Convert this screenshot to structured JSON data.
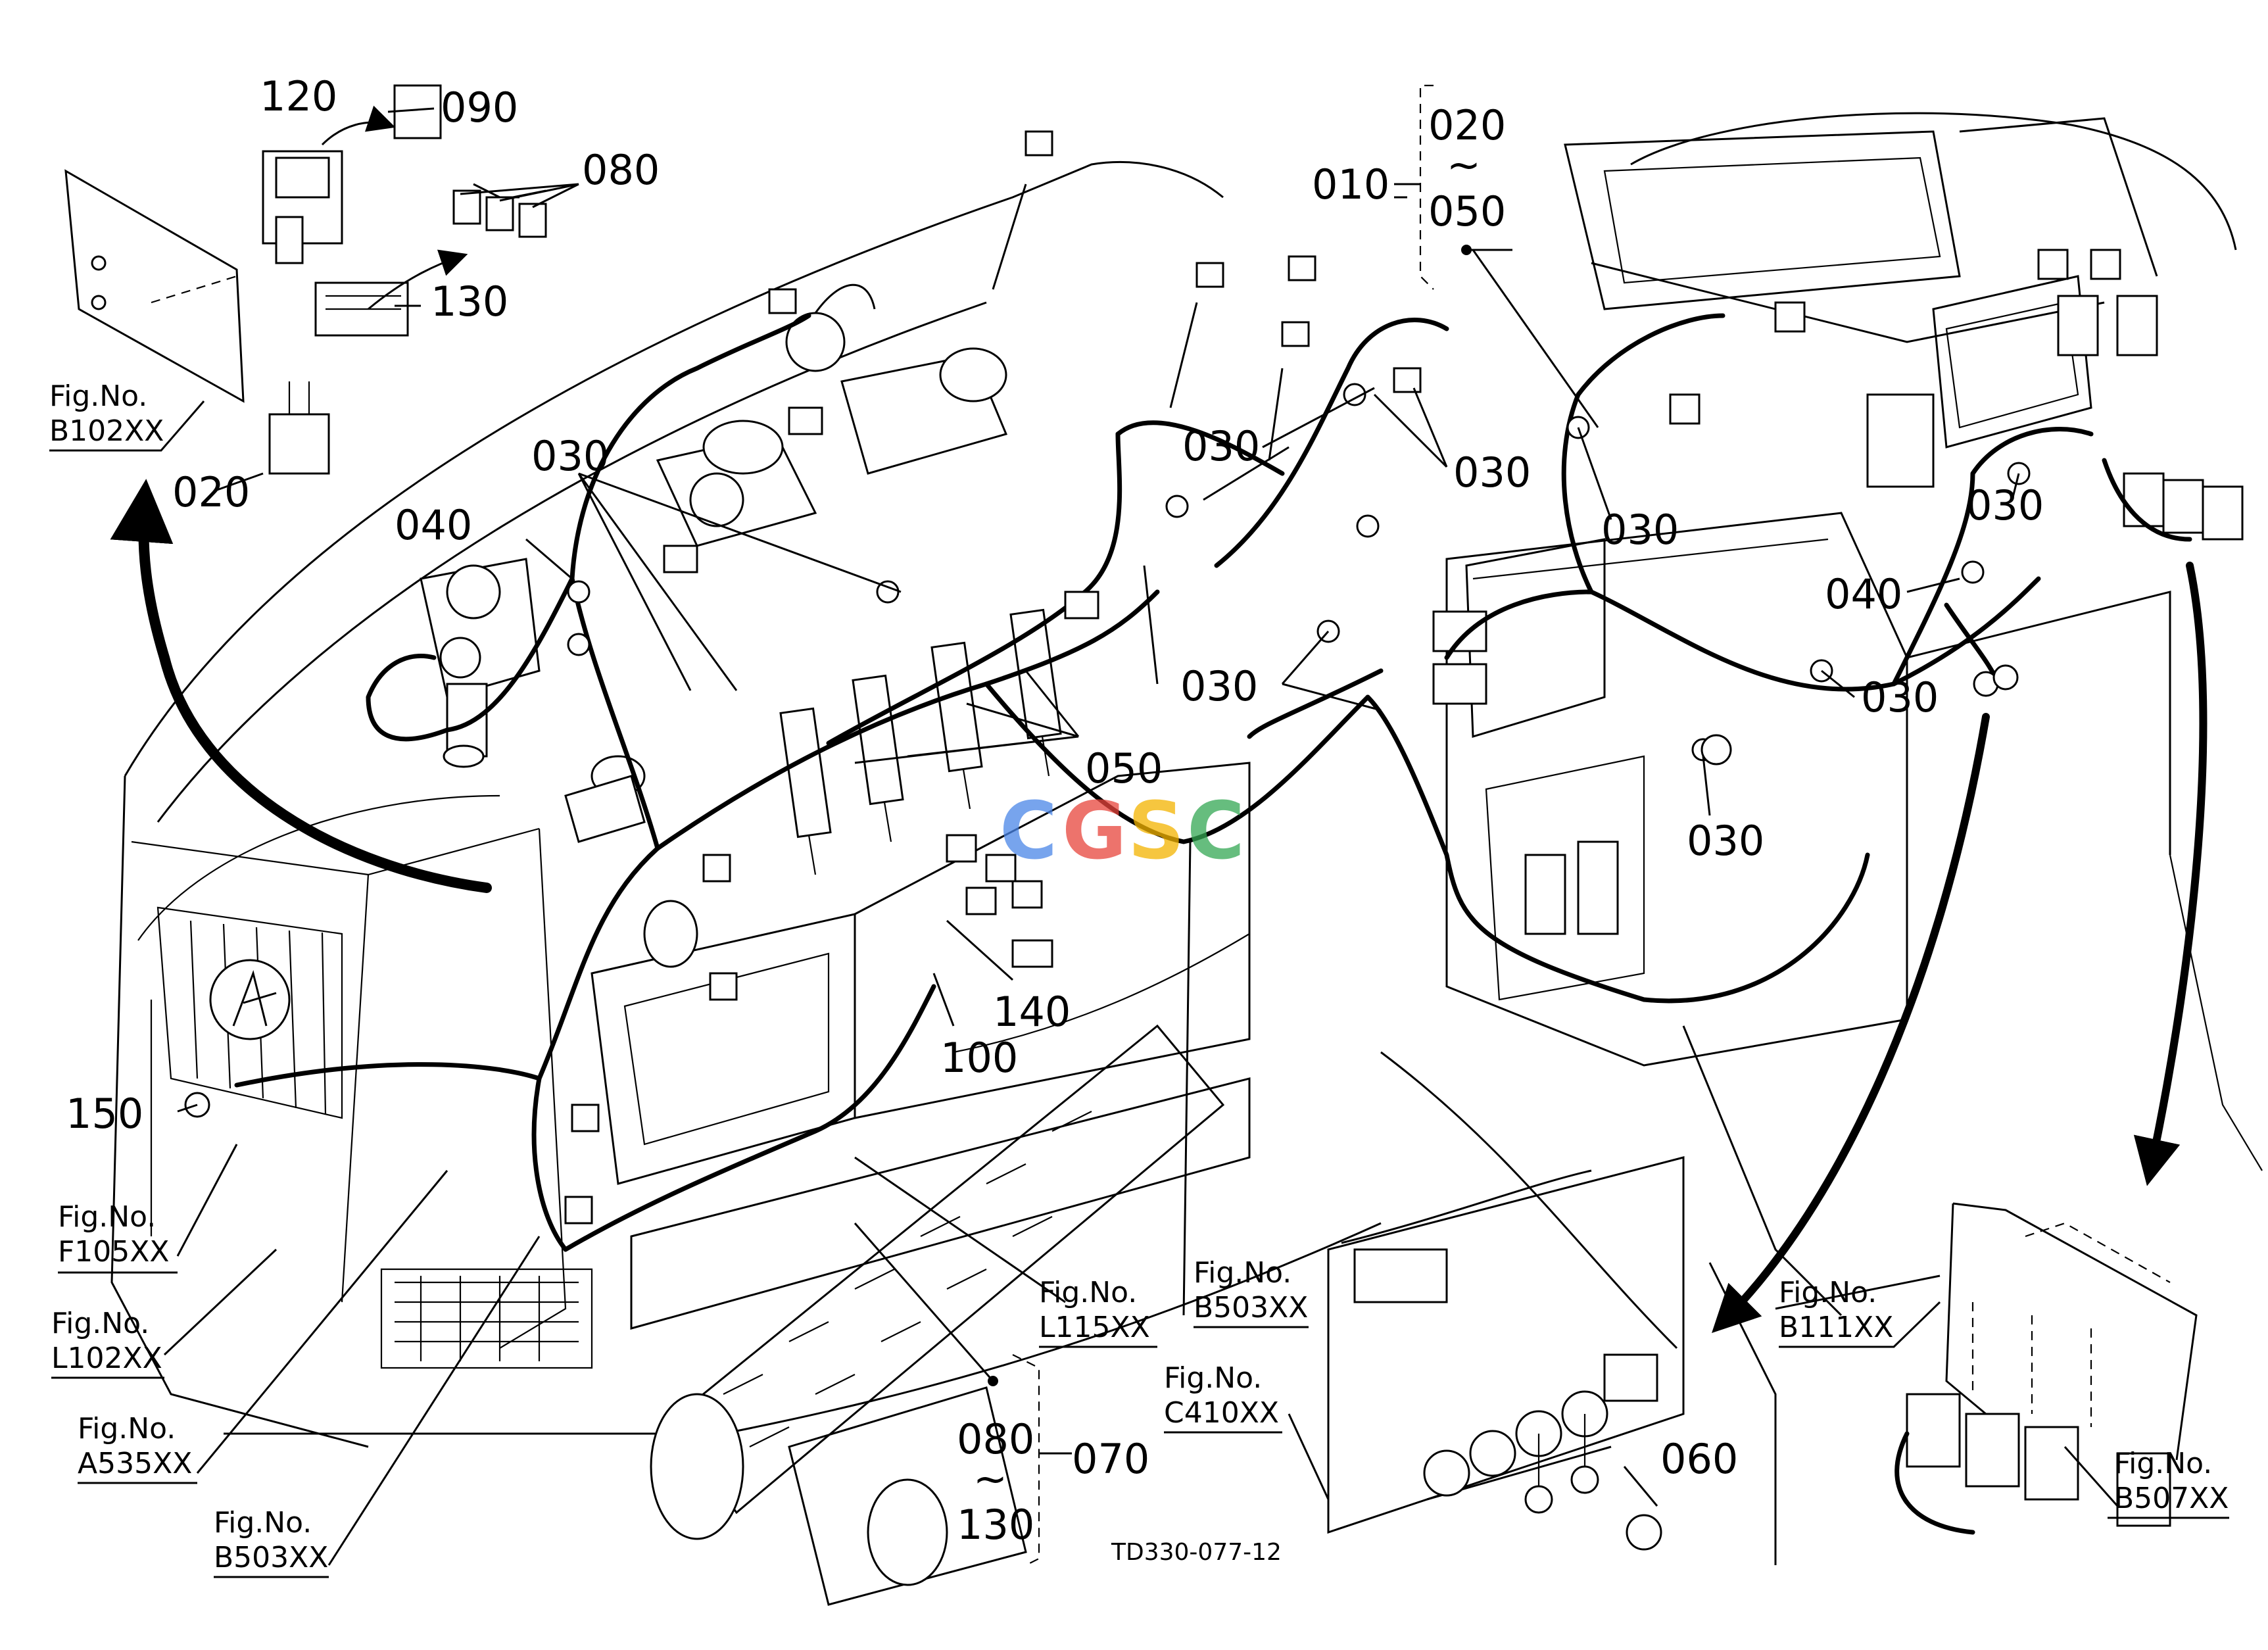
{
  "callouts": {
    "c010": "010",
    "c020_top": "020",
    "c050_top": "050",
    "tilde_top": "~",
    "c020": "020",
    "c030_a": "030",
    "c030_b": "030",
    "c030_c": "030",
    "c030_d": "030",
    "c030_e": "030",
    "c030_f": "030",
    "c030_g": "030",
    "c030_h": "030",
    "c040_a": "040",
    "c040_b": "040",
    "c050": "050",
    "c060": "060",
    "c070": "070",
    "c080": "080",
    "c080_b": "080",
    "tilde_b": "~",
    "c130_b": "130",
    "c090": "090",
    "c100": "100",
    "c120": "120",
    "c130": "130",
    "c140": "140",
    "c150": "150"
  },
  "figrefs": {
    "b102": {
      "label": "Fig.No.",
      "code": "B102XX"
    },
    "f105": {
      "label": "Fig.No.",
      "code": "F105XX"
    },
    "l102": {
      "label": "Fig.No.",
      "code": "L102XX"
    },
    "a535": {
      "label": "Fig.No.",
      "code": "A535XX"
    },
    "b503_bl": {
      "label": "Fig.No.",
      "code": "B503XX"
    },
    "l115": {
      "label": "Fig.No.",
      "code": "L115XX"
    },
    "b503_c": {
      "label": "Fig.No.",
      "code": "B503XX"
    },
    "c410": {
      "label": "Fig.No.",
      "code": "C410XX"
    },
    "b111": {
      "label": "Fig.No.",
      "code": "B111XX"
    },
    "b507": {
      "label": "Fig.No.",
      "code": "B507XX"
    }
  },
  "drawing_code": "TD330-077-12",
  "watermark": {
    "text": "CGSC",
    "colors": [
      "#4a86e8",
      "#e8453c",
      "#f4b400",
      "#34a853"
    ]
  }
}
